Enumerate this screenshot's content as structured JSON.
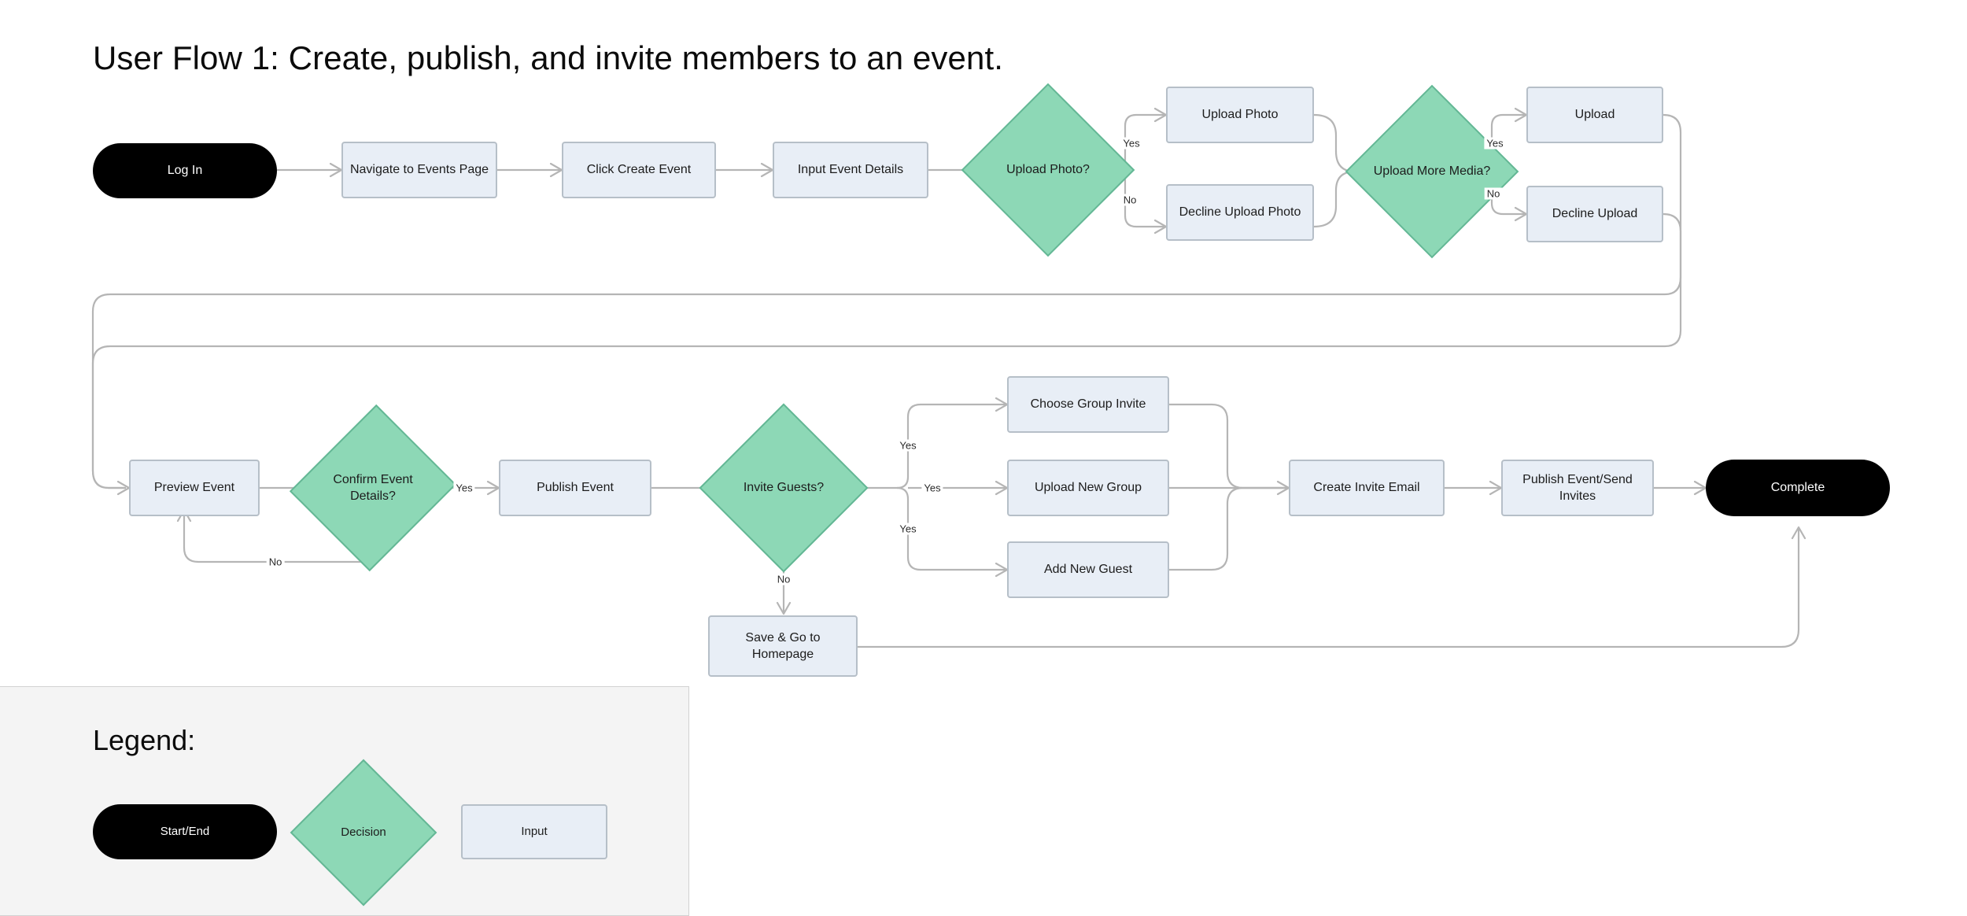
{
  "page": {
    "title": "User Flow 1: Create, publish, and invite members to an event."
  },
  "colors": {
    "terminal_fill": "#000000",
    "terminal_text": "#ffffff",
    "process_fill": "#e8eef6",
    "process_border": "#b6bfc8",
    "decision_fill": "#8dd8b6",
    "decision_border": "#64b795",
    "edge_stroke": "#b5b5b5",
    "legend_panel_fill": "#f4f4f4",
    "canvas_background": "#ffffff"
  },
  "flow": {
    "nodes": [
      {
        "id": "log-in",
        "label": "Log In",
        "type": "terminal"
      },
      {
        "id": "navigate-events",
        "label": "Navigate to Events Page",
        "type": "process"
      },
      {
        "id": "click-create-event",
        "label": "Click Create Event",
        "type": "process"
      },
      {
        "id": "input-event-details",
        "label": "Input Event Details",
        "type": "process"
      },
      {
        "id": "upload-photo-q",
        "label": "Upload Photo?",
        "type": "decision"
      },
      {
        "id": "upload-photo",
        "label": "Upload Photo",
        "type": "process"
      },
      {
        "id": "decline-upload-photo",
        "label": "Decline Upload Photo",
        "type": "process"
      },
      {
        "id": "upload-more-media-q",
        "label": "Upload More Media?",
        "type": "decision"
      },
      {
        "id": "upload",
        "label": "Upload",
        "type": "process"
      },
      {
        "id": "decline-upload",
        "label": "Decline Upload",
        "type": "process"
      },
      {
        "id": "preview-event",
        "label": "Preview Event",
        "type": "process"
      },
      {
        "id": "confirm-event-q",
        "label": "Confirm Event Details?",
        "type": "decision"
      },
      {
        "id": "publish-event",
        "label": "Publish Event",
        "type": "process"
      },
      {
        "id": "invite-guests-q",
        "label": "Invite Guests?",
        "type": "decision"
      },
      {
        "id": "choose-group-invite",
        "label": "Choose Group Invite",
        "type": "process"
      },
      {
        "id": "upload-new-group",
        "label": "Upload New Group",
        "type": "process"
      },
      {
        "id": "add-new-guest",
        "label": "Add New Guest",
        "type": "process"
      },
      {
        "id": "save-go-homepage",
        "label": "Save & Go to Homepage",
        "type": "process"
      },
      {
        "id": "create-invite-email",
        "label": "Create Invite Email",
        "type": "process"
      },
      {
        "id": "publish-send-invites",
        "label": "Publish Event/Send Invites",
        "type": "process"
      },
      {
        "id": "complete",
        "label": "Complete",
        "type": "terminal"
      }
    ],
    "edge_labels": {
      "upload_photo_yes": "Yes",
      "upload_photo_no": "No",
      "upload_more_yes": "Yes",
      "upload_more_no": "No",
      "confirm_yes": "Yes",
      "confirm_no": "No",
      "invite_yes_1": "Yes",
      "invite_yes_2": "Yes",
      "invite_yes_3": "Yes",
      "invite_no": "No"
    }
  },
  "legend": {
    "title": "Legend:",
    "items": [
      {
        "id": "start-end",
        "label": "Start/End",
        "type": "terminal"
      },
      {
        "id": "decision",
        "label": "Decision",
        "type": "decision"
      },
      {
        "id": "input",
        "label": "Input",
        "type": "process"
      }
    ]
  }
}
